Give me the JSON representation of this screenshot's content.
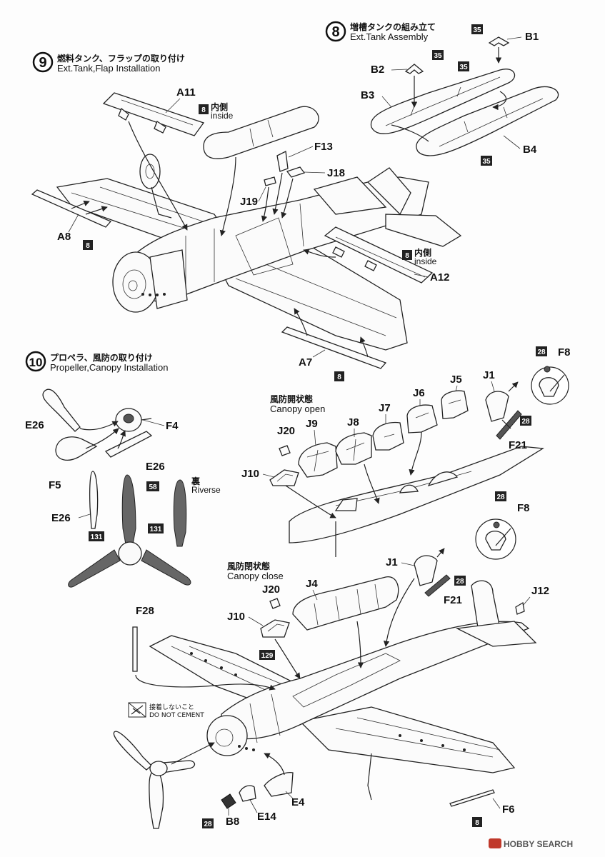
{
  "steps": {
    "s8": {
      "number": "8",
      "title_jp": "増槽タンクの組み立て",
      "title_en": "Ext.Tank Assembly"
    },
    "s9": {
      "number": "9",
      "title_jp": "燃料タンク、フラップの取り付け",
      "title_en": "Ext.Tank,Flap Installation"
    },
    "s10": {
      "number": "10",
      "title_jp": "プロペラ、風防の取り付け",
      "title_en": "Propeller,Canopy Installation"
    }
  },
  "parts": {
    "B1": "B1",
    "B2": "B2",
    "B3": "B3",
    "B4": "B4",
    "B8": "B8",
    "A7": "A7",
    "A8": "A8",
    "A11": "A11",
    "A12": "A12",
    "F13": "F13",
    "J18": "J18",
    "J19": "J19",
    "E26a": "E26",
    "E26b": "E26",
    "E26c": "E26",
    "F4": "F4",
    "F5": "F5",
    "F8a": "F8",
    "F8b": "F8",
    "F21a": "F21",
    "F21b": "F21",
    "F28": "F28",
    "F6": "F6",
    "J1a": "J1",
    "J1b": "J1",
    "J4": "J4",
    "J5": "J5",
    "J6": "J6",
    "J7": "J7",
    "J8": "J8",
    "J9": "J9",
    "J10a": "J10",
    "J10b": "J10",
    "J12": "J12",
    "J20a": "J20",
    "J20b": "J20",
    "E4": "E4",
    "E14": "E14"
  },
  "colors": {
    "c35a": "35",
    "c35b": "35",
    "c35c": "35",
    "c35d": "35",
    "c8a": "8",
    "c8b": "8",
    "c8c": "8",
    "c8d": "8",
    "c8e": "8",
    "c28a": "28",
    "c28b": "28",
    "c28c": "28",
    "c28d": "28",
    "c28e": "28",
    "c58": "58",
    "c131a": "131",
    "c131b": "131",
    "c129": "129"
  },
  "notes": {
    "inside_jp_1": "内側",
    "inside_en_1": "inside",
    "inside_jp_2": "内側",
    "inside_en_2": "inside",
    "canopy_open_jp": "風防開状態",
    "canopy_open_en": "Canopy open",
    "canopy_close_jp": "風防閉状態",
    "canopy_close_en": "Canopy close",
    "reverse_jp": "裏",
    "reverse_en": "Riverse",
    "no_cement_jp": "接着しないこと",
    "no_cement_en": "DO NOT CEMENT"
  },
  "watermark": "HOBBY SEARCH"
}
